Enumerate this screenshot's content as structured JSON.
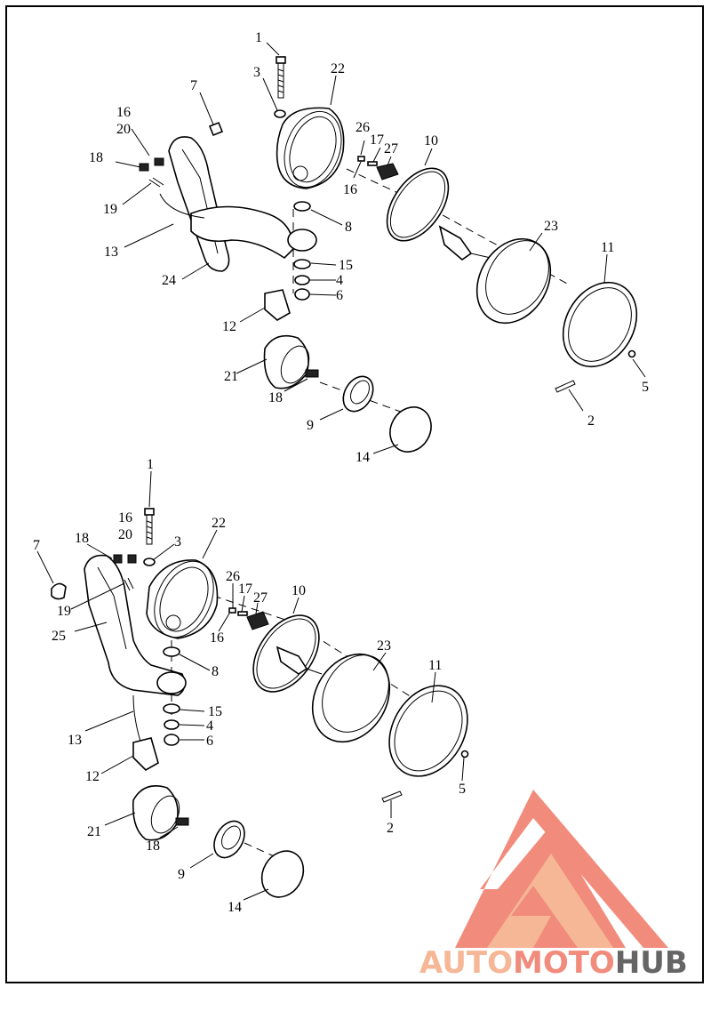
{
  "upper_callouts": [
    "1",
    "3",
    "22",
    "7",
    "16",
    "20",
    "26",
    "17",
    "27",
    "10",
    "18",
    "16",
    "19",
    "8",
    "23",
    "11",
    "13",
    "15",
    "4",
    "24",
    "6",
    "12",
    "21",
    "18",
    "5",
    "2",
    "9",
    "14"
  ],
  "lower_callouts": [
    "1",
    "16",
    "20",
    "3",
    "22",
    "7",
    "18",
    "26",
    "17",
    "27",
    "10",
    "19",
    "16",
    "25",
    "8",
    "23",
    "11",
    "15",
    "4",
    "13",
    "6",
    "12",
    "5",
    "2",
    "21",
    "18",
    "9",
    "14"
  ],
  "logo": {
    "word1": "AUTO",
    "word2": "MOTO",
    "word3": "HUB",
    "color_light": "#f5b08a",
    "color_accent": "#f08070",
    "color_dark": "#555555"
  }
}
